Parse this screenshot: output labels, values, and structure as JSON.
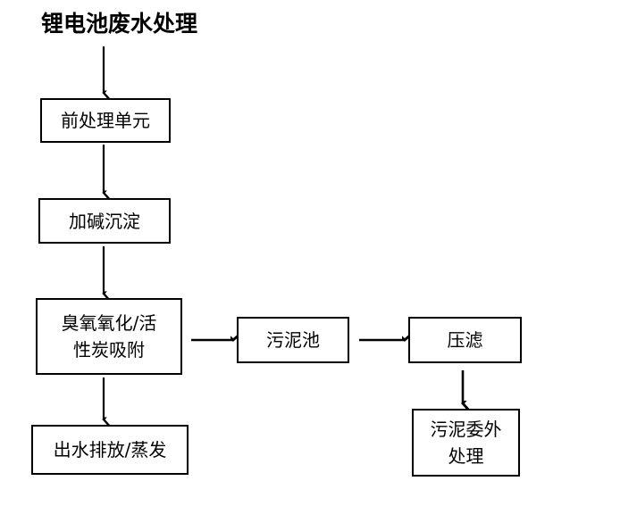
{
  "diagram": {
    "title": "锂电池废水处理",
    "background_color": "#ffffff",
    "line_color": "#000000",
    "text_color": "#000000",
    "nodes": [
      {
        "id": "pretreatment",
        "label_line1": "前处理单元",
        "label_line2": ""
      },
      {
        "id": "alkali-precipitate",
        "label_line1": "加碱沉淀",
        "label_line2": ""
      },
      {
        "id": "ozone-carbon",
        "label_line1": "臭氧氧化/活",
        "label_line2": "性炭吸附"
      },
      {
        "id": "effluent-discharge",
        "label_line1": "出水排放/蒸发",
        "label_line2": ""
      },
      {
        "id": "sludge-pond",
        "label_line1": "污泥池",
        "label_line2": ""
      },
      {
        "id": "filter-press",
        "label_line1": "压滤",
        "label_line2": ""
      },
      {
        "id": "sludge-outsourced",
        "label_line1": "污泥委外",
        "label_line2": "处理"
      }
    ],
    "edges": [
      {
        "id": "title-to-pretreatment",
        "direction": "down"
      },
      {
        "id": "pretreatment-to-alkali",
        "direction": "down"
      },
      {
        "id": "alkali-to-ozone",
        "direction": "down"
      },
      {
        "id": "ozone-to-effluent",
        "direction": "down"
      },
      {
        "id": "ozone-to-sludge-pond",
        "direction": "right"
      },
      {
        "id": "sludge-pond-to-filter-press",
        "direction": "right"
      },
      {
        "id": "filter-press-to-outsourced",
        "direction": "down"
      }
    ]
  }
}
